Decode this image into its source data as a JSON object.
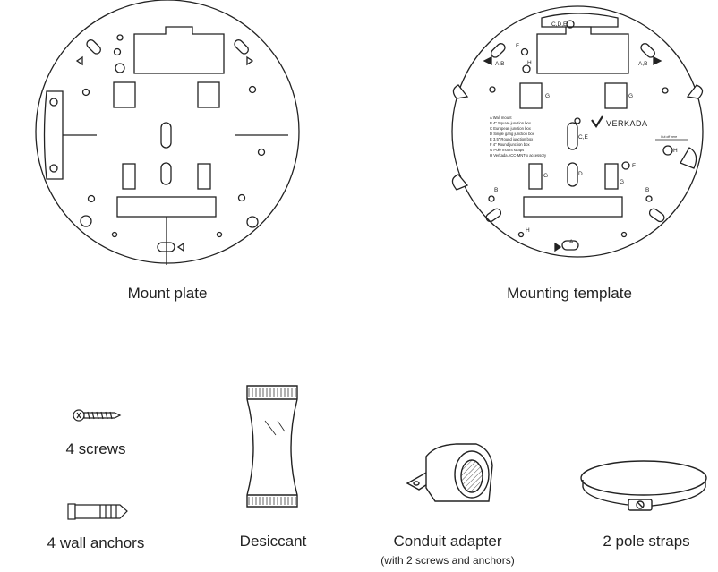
{
  "items": {
    "mount_plate": "Mount plate",
    "mounting_template": "Mounting template",
    "screws": "4 screws",
    "wall_anchors": "4 wall anchors",
    "desiccant": "Desiccant",
    "conduit_adapter": "Conduit adapter",
    "conduit_adapter_note": "(with 2 screws and anchors)",
    "pole_straps": "2 pole straps"
  },
  "template": {
    "brand": "VERKADA",
    "labels": {
      "cde": "C,D,E",
      "f": "F",
      "ab": "A,B",
      "h": "H",
      "g": "G",
      "ce": "C,E",
      "d": "D",
      "b": "B",
      "a": "A"
    },
    "legend": [
      "A  Wall mount",
      "B  4\" Square junction box",
      "C  European junction box",
      "D  Single gang junction box",
      "E  3.5\" Round junction box",
      "F  4\" Round junction box",
      "G  Pole mount straps",
      "H  Verkada ACC-MNT-x accessory"
    ],
    "cut_line": "Cut off here"
  }
}
